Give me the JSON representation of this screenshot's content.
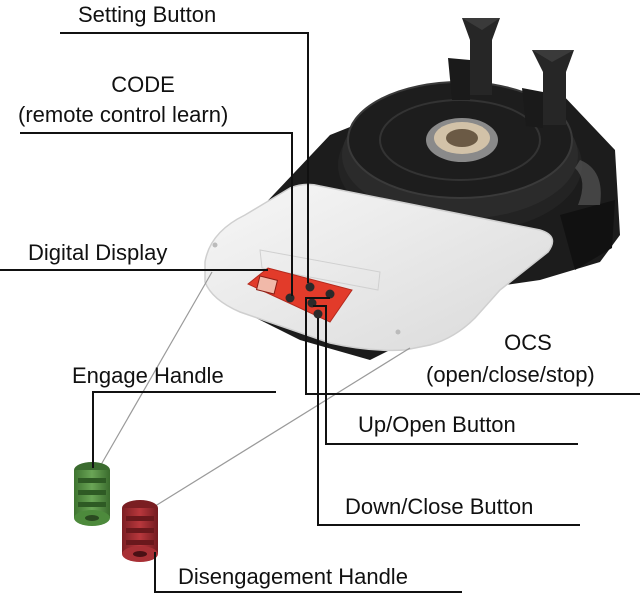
{
  "labels": {
    "setting_button": "Setting Button",
    "code_line1": "CODE",
    "code_line2": "(remote control learn)",
    "digital_display": "Digital Display",
    "ocs_line1": "OCS",
    "ocs_line2": "(open/close/stop)",
    "engage_handle": "Engage Handle",
    "up_open_button": "Up/Open Button",
    "down_close_button": "Down/Close Button",
    "disengagement_handle": "Disengagement Handle"
  },
  "colors": {
    "body_black": "#1b1b1b",
    "housing_white": "#eeeeee",
    "panel_red": "#e23b2a",
    "engage_handle_green": "#4f8a3e",
    "disengage_handle_red": "#9e2a2f",
    "leader_line": "#111111"
  }
}
